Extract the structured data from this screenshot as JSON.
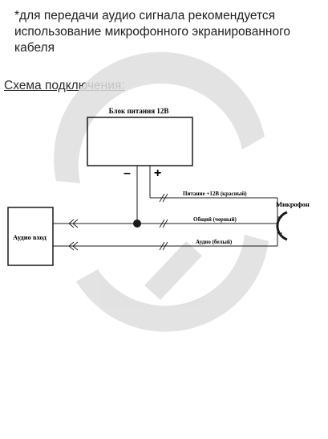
{
  "note": "*для передачи аудио сигнала рекомендуется использование микрофонного экранированного кабеля",
  "schema_title": "Схема подключения:",
  "diagram": {
    "power_block_label": "Блок питания 12В",
    "minus": "–",
    "plus": "+",
    "audio_input_label": "Аудио вход",
    "microphone_label": "Микрофон",
    "wire_power_label": "Питание +12В (красный)",
    "wire_common_label": "Общий (черный)",
    "wire_audio_label": "Аудио (белый)",
    "colors": {
      "line": "#1a1a1a",
      "watermark": "#dedede"
    }
  }
}
